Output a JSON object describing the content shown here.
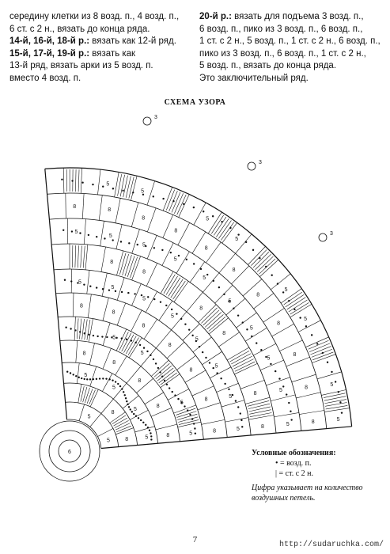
{
  "text": {
    "left_col": [
      {
        "bold": "",
        "rest": "середину клетки из 8 возд. п., 4 возд. п.,"
      },
      {
        "bold": "",
        "rest": "6 ст. с 2 н., вязать до конца ряда."
      },
      {
        "bold": "14-й, 16-й, 18-й р.:",
        "rest": " вязать как 12-й ряд."
      },
      {
        "bold": "15-й, 17-й, 19-й р.:",
        "rest": " вязать как"
      },
      {
        "bold": "",
        "rest": "13-й ряд, вязать арки из 5 возд. п."
      },
      {
        "bold": "",
        "rest": "вместо 4 возд. п."
      }
    ],
    "right_col": [
      {
        "bold": "20-й р.:",
        "rest": " вязать для подъема 3 возд. п.,"
      },
      {
        "bold": "",
        "rest": "6 возд. п., пико из 3 возд. п., 6 возд. п.,"
      },
      {
        "bold": "",
        "rest": "1 ст. с 2 н., 5 возд. п., 1 ст. с 2 н., 6 возд. п.,"
      },
      {
        "bold": "",
        "rest": "пико из 3 возд. п., 6 возд. п., 1 ст. с 2 н.,"
      },
      {
        "bold": "",
        "rest": "5 возд. п., вязать до конца ряда."
      },
      {
        "bold": "",
        "rest": "Это заключительный ряд."
      }
    ]
  },
  "scheme": {
    "title": "СХЕМА УЗОРА",
    "cell_labels": [
      "5",
      "8",
      "6",
      "3"
    ]
  },
  "legend": {
    "title": "Условные обозначения:",
    "chain": "• = возд. п.",
    "dc": "| = ст. с 2 н.",
    "note": "Цифра указывает на количество воздушных петель."
  },
  "page_number": "7",
  "watermark": "http://sudaruchka.com/",
  "colors": {
    "ink": "#111111",
    "paper": "#ffffff"
  }
}
